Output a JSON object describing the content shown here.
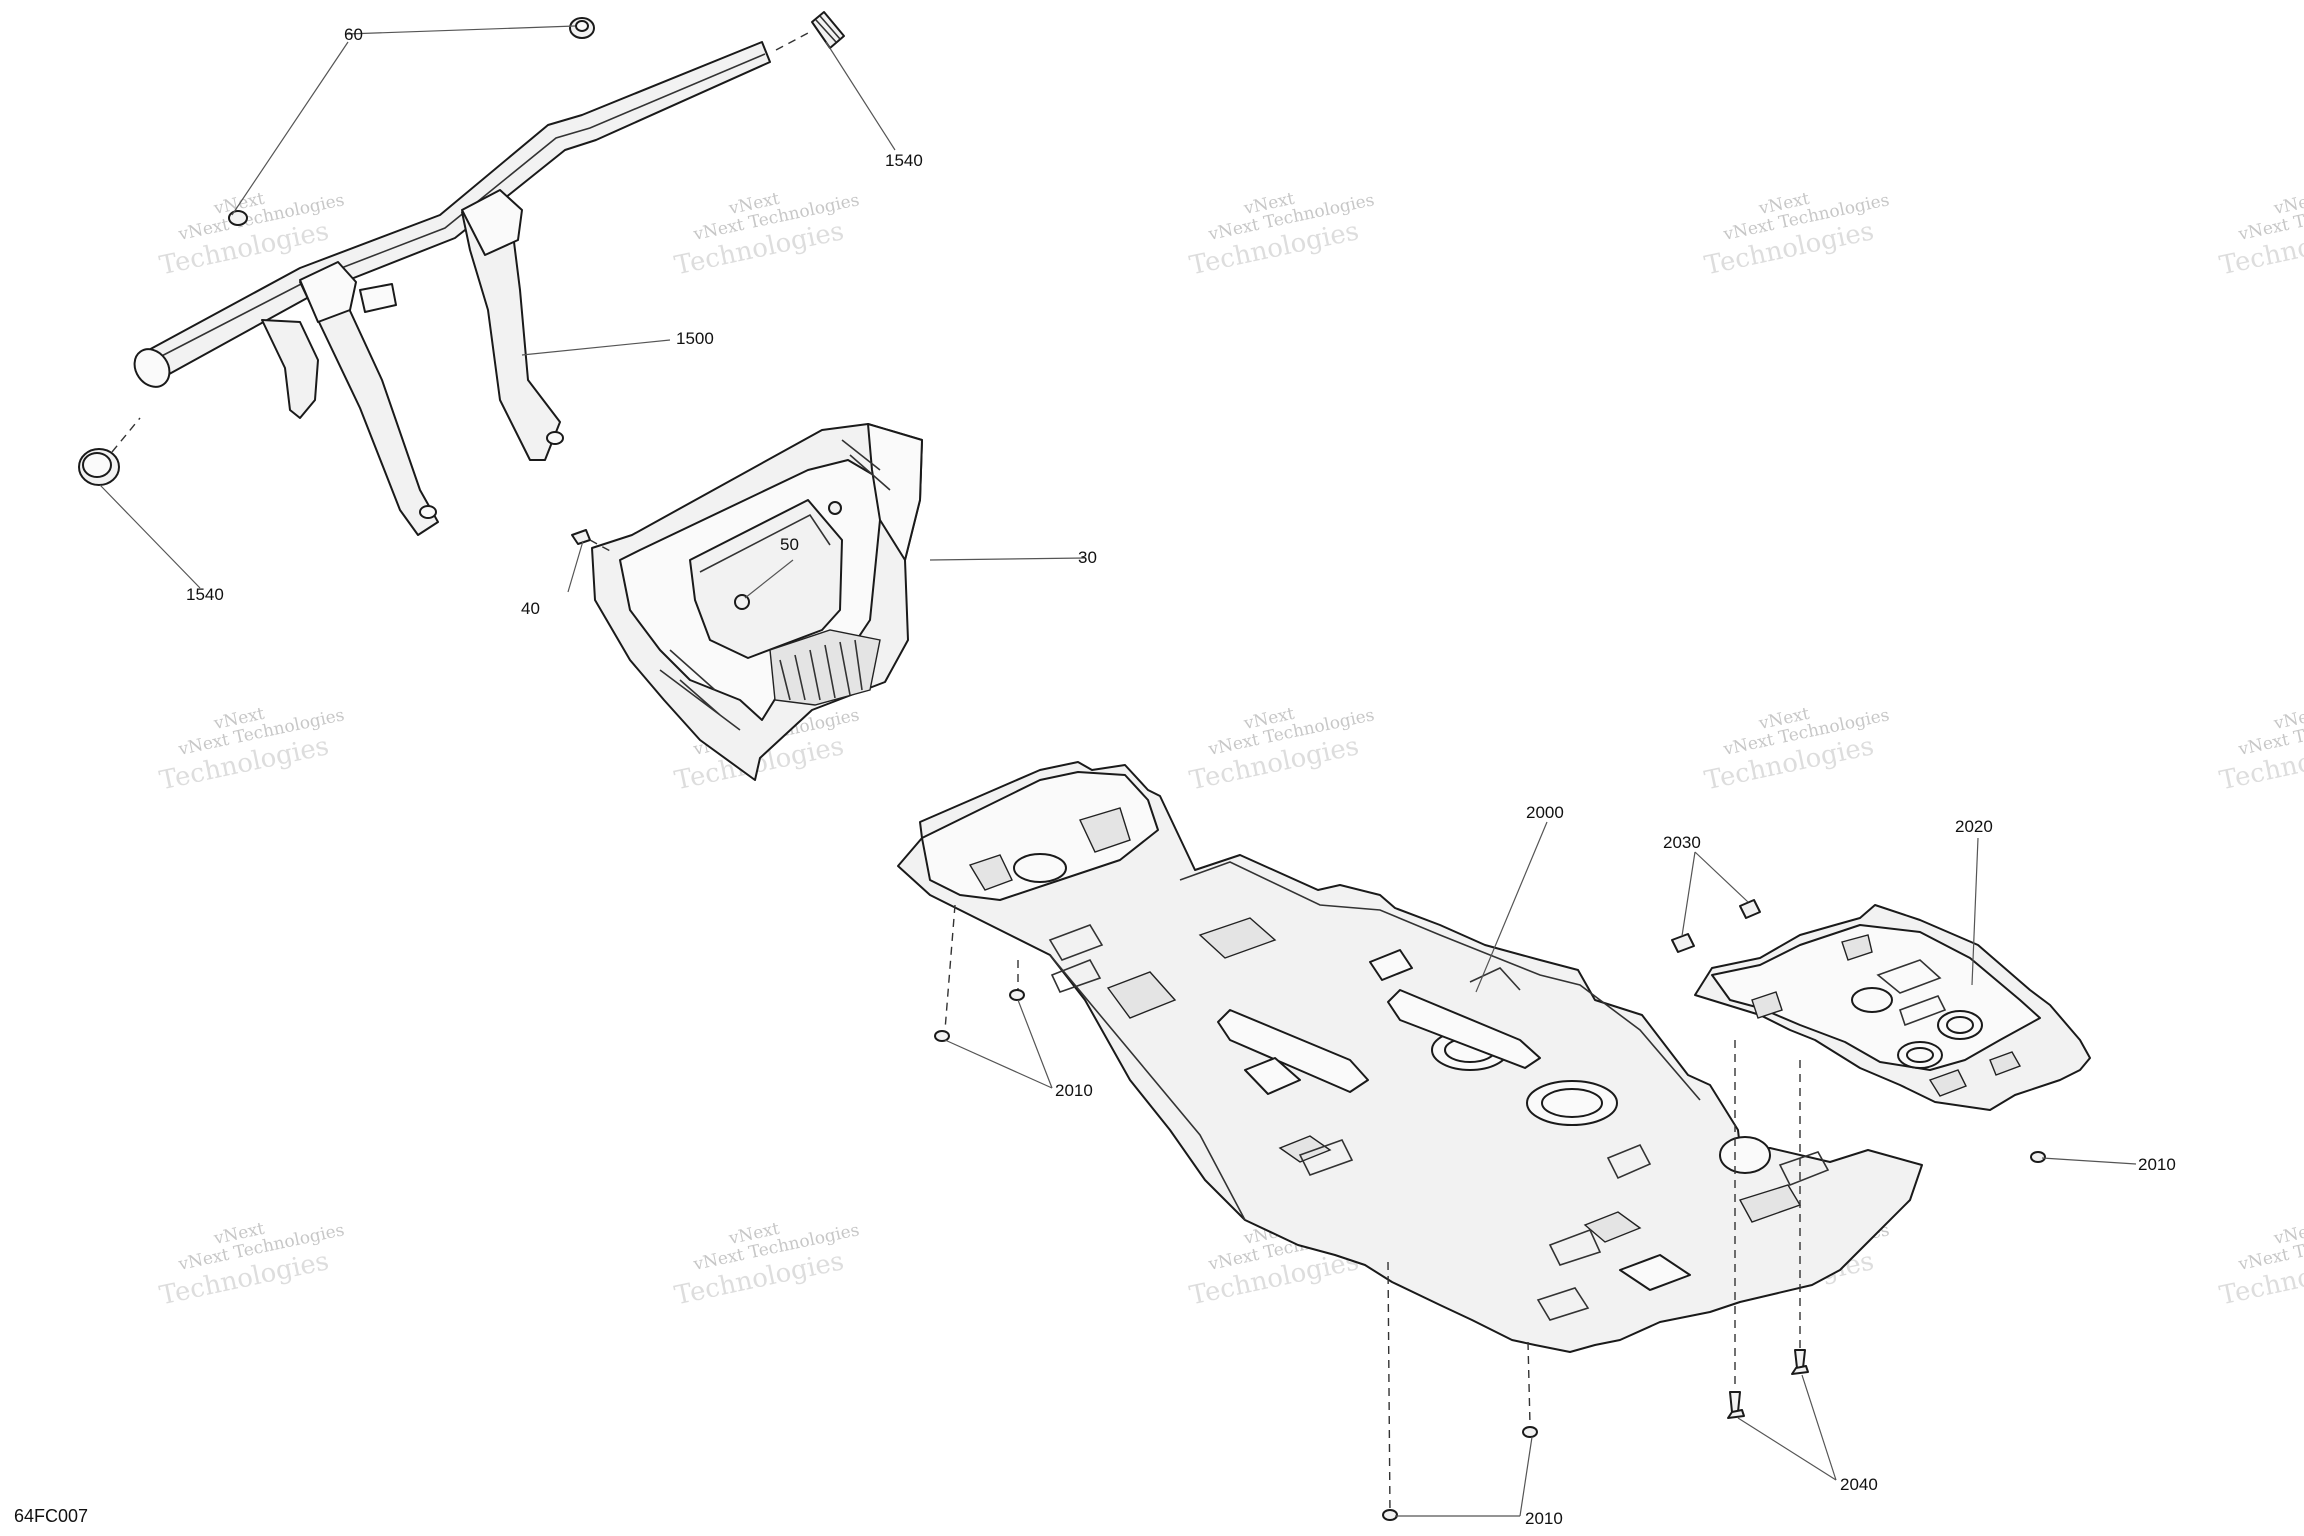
{
  "figure_code": "64FC007",
  "watermark": {
    "line1": "vNext Technologies",
    "line2": "Technologies",
    "overlay": "vNext"
  },
  "callouts": {
    "c60": "60",
    "c1540_top": "1540",
    "c1500": "1500",
    "c1540_left": "1540",
    "c50": "50",
    "c30": "30",
    "c40": "40",
    "c2000": "2000",
    "c2030": "2030",
    "c2020": "2020",
    "c2010_left": "2010",
    "c2010_right": "2010",
    "c2010_bottom": "2010",
    "c2040": "2040"
  },
  "icons": [
    "bumper-tube",
    "end-cap",
    "grommet",
    "console-panel",
    "skid-plate-front",
    "skid-plate-rear",
    "screw",
    "rivet",
    "clip-nut"
  ]
}
